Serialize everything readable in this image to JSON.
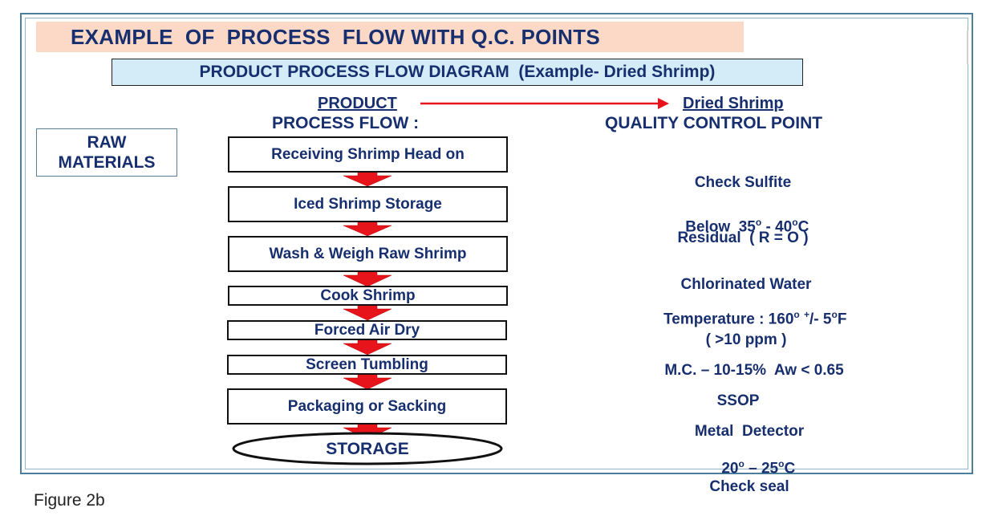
{
  "title": "EXAMPLE  OF  PROCESS  FLOW WITH Q.C. POINTS",
  "subtitle": "PRODUCT PROCESS FLOW DIAGRAM  (Example- Dried Shrimp)",
  "product_label": "PRODUCT",
  "product_value": "Dried Shrimp",
  "process_flow_header": "PROCESS FLOW :",
  "qc_header": "QUALITY CONTROL POINT",
  "raw_materials": [
    "RAW",
    "MATERIALS"
  ],
  "steps": [
    "Receiving Shrimp Head on",
    "Iced Shrimp Storage",
    "Wash & Weigh Raw Shrimp",
    "Cook Shrimp",
    "Forced Air Dry",
    "Screen Tumbling",
    "Packaging or Sacking",
    "STORAGE"
  ],
  "qc_points": [
    {
      "line1": "Check Sulfite",
      "line2": "Residual  ( R = O )"
    },
    {
      "pre": "Below  35",
      "s1": "o",
      "mid": " - 40",
      "s2": "o",
      "post": "C"
    },
    {
      "line1": "Chlorinated Water",
      "line2": "( >10 ppm )"
    },
    {
      "pre": "Temperature : 160",
      "s1": "o",
      "mid": " ",
      "s2": "+",
      "post": "/- 5",
      "s3": "o",
      "end": "F"
    },
    {
      "line1": "M.C. – 10-15%  Aw < 0.65"
    },
    {
      "line1": "SSOP"
    },
    {
      "line1": "Metal  Detector",
      "line2": "Check seal"
    },
    {
      "pre": "20",
      "s1": "o",
      "mid": " – 25",
      "s2": "o",
      "post": "C"
    }
  ],
  "figure_caption": "Figure 2b",
  "colors": {
    "navy_text": "#172f6e",
    "arrow_red": "#e8141b",
    "title_bg": "#fcd9c7",
    "subtitle_bg": "#d4ecf7"
  }
}
